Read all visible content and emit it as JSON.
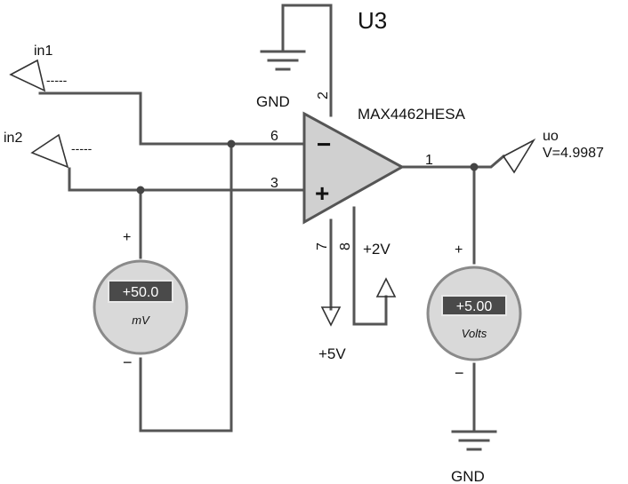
{
  "diagram": {
    "part_ref": "U3",
    "part_number": "MAX4462HESA",
    "pins": {
      "inverting": "6",
      "noninverting": "3",
      "output": "1",
      "gnd": "2",
      "v_plus": "7",
      "v_ref": "8"
    },
    "amp_signs": {
      "inverting": "−",
      "noninverting": "+"
    },
    "inputs": {
      "in1": "in1",
      "in2": "in2",
      "dash": "-----"
    },
    "grounds": {
      "top": "GND",
      "bottom": "GND"
    },
    "supplies": {
      "plus5": "+5V",
      "plus2": "+2V"
    },
    "output": {
      "name": "uo",
      "reading": "V=4.9987"
    },
    "meter_mv": {
      "display": "+50.0",
      "unit": "mV",
      "plus": "+",
      "minus": "−"
    },
    "meter_volts": {
      "display": "+5.00",
      "unit": "Volts",
      "plus": "+",
      "minus": "−"
    },
    "colors": {
      "wire": "#555555",
      "junction": "#444444",
      "amp_fill": "#d0d0d0",
      "meter_display": "#4a4a4a"
    }
  }
}
